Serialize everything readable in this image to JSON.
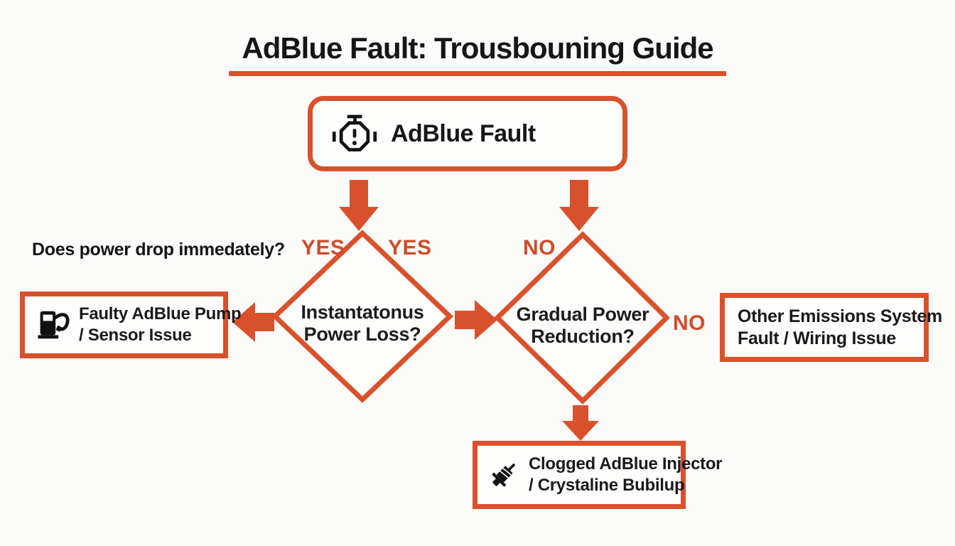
{
  "accent_color": "#d9512b",
  "title": {
    "text": "AdBlue Fault: Trousbouning Guide"
  },
  "root_node": {
    "label": "AdBlue Fault",
    "icon": "adblue-warning-lamp-icon"
  },
  "question_label": "Does power drop immedately?",
  "decisions": [
    {
      "id": "instant-power-loss",
      "line1": "Instantatonus",
      "line2": "Power Loss?",
      "branch_left_label": "YES",
      "branch_right_label": "YES"
    },
    {
      "id": "gradual-power-reduction",
      "line1": "Gradual Power",
      "line2": "Reduction?",
      "branch_top_label": "NO",
      "branch_right_label": "NO"
    }
  ],
  "outcomes": [
    {
      "id": "pump",
      "icon": "fuel-pump-icon",
      "line1": "Faulty AdBlue Pump",
      "line2": "/ Sensor Issue"
    },
    {
      "id": "wiring",
      "icon": "",
      "line1": "Other Emissions System",
      "line2": "Fault / Wiring Issue"
    },
    {
      "id": "injector",
      "icon": "injector-icon",
      "line1": "Clogged AdBlue Injector",
      "line2": "/ Crystaline Bubilup"
    }
  ]
}
